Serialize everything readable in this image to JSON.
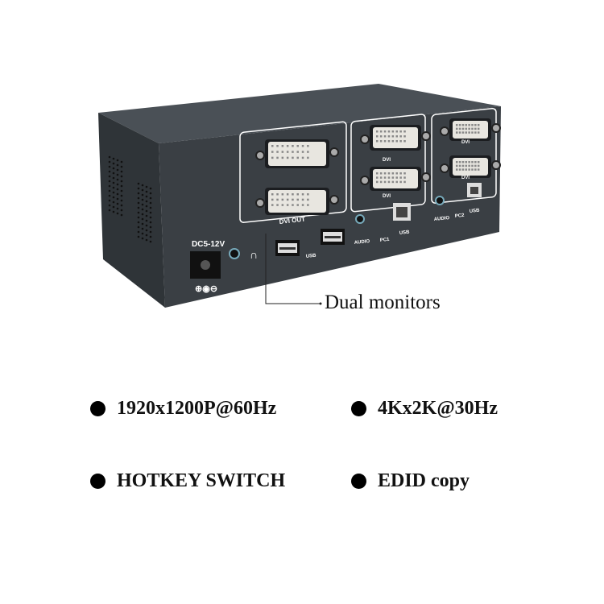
{
  "device": {
    "power_label": "DC5-12V",
    "power_symbol": "⊕◉⊖",
    "dvi_out_label": "DVI OUT",
    "usb_label": "USB",
    "pc1": {
      "dvi_label": "DVI",
      "audio_label": "AUDIO",
      "pc_label": "PC1",
      "usb_label": "USB"
    },
    "pc2": {
      "dvi_label": "DVI",
      "audio_label": "AUDIO",
      "pc_label": "PC2",
      "usb_label": "USB"
    },
    "body_color": "#3a3f44"
  },
  "callout": "Dual monitors",
  "features": [
    "1920x1200P@60Hz",
    "4Kx2K@30Hz",
    "HOTKEY SWITCH",
    "EDID copy"
  ]
}
